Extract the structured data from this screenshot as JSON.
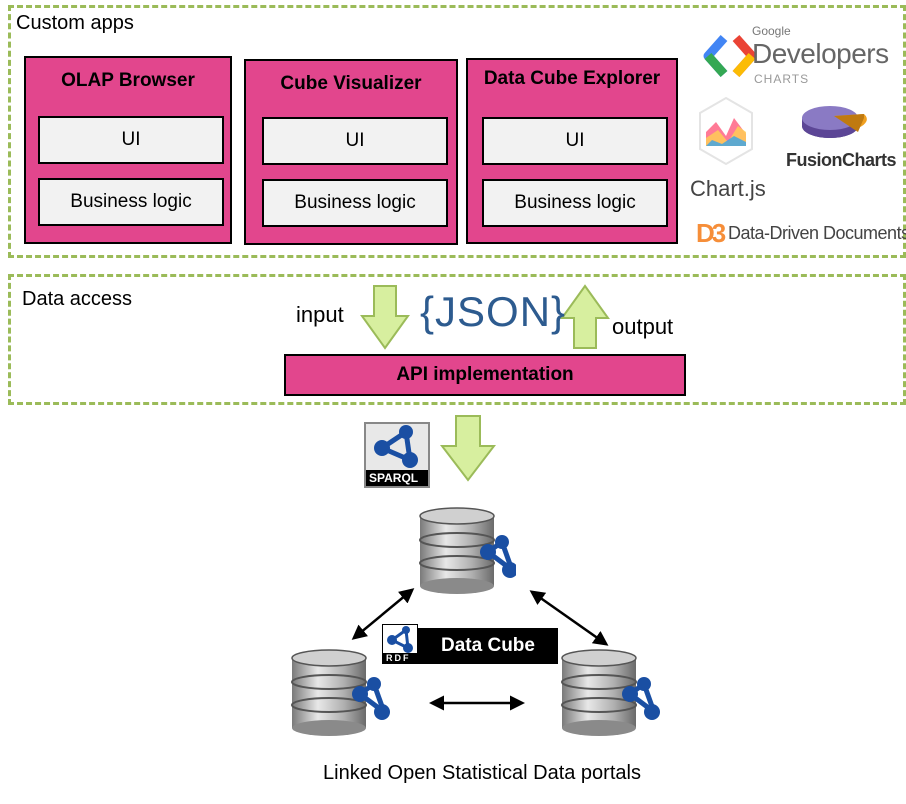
{
  "custom_apps": {
    "title": "Custom apps",
    "apps": [
      {
        "title": "OLAP Browser",
        "ui": "UI",
        "logic": "Business logic"
      },
      {
        "title": "Cube Visualizer",
        "ui": "UI",
        "logic": "Business logic"
      },
      {
        "title": "Data Cube Explorer",
        "ui": "UI",
        "logic": "Business logic"
      }
    ]
  },
  "libraries": {
    "google": {
      "small": "Google",
      "main": "Developers",
      "sub": "CHARTS"
    },
    "fusion": "FusionCharts",
    "chartjs": "Chart.js",
    "d3": {
      "mark": "D3",
      "text": "Data-Driven Documents"
    }
  },
  "data_access": {
    "title": "Data access",
    "input": "input",
    "output": "output",
    "json_logo": "{JSON}",
    "api": "API implementation"
  },
  "sparql_logo": "SPARQL",
  "rdf_logo": "RDF",
  "data_cube": "Data Cube",
  "footer": "Linked Open Statistical Data portals",
  "colors": {
    "pink": "#e2468d",
    "dash": "#9bbb59",
    "arrow": "#d7ef9f",
    "json": "#2d5b8f"
  }
}
